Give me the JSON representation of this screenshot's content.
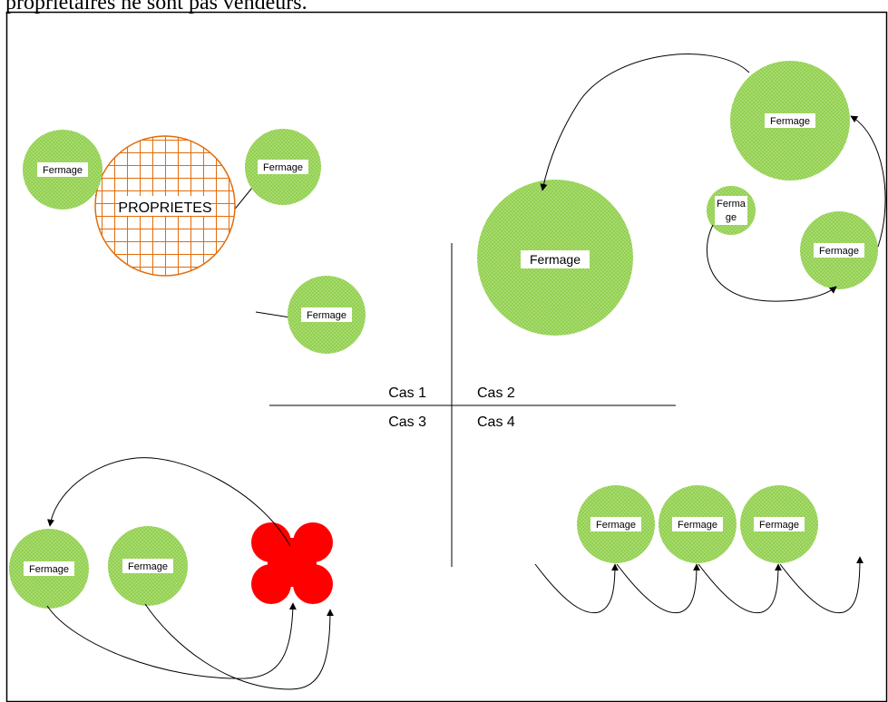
{
  "header_text": "propriétaires ne sont pas vendeurs.",
  "colors": {
    "fermage_fill": "#92d050",
    "propriete_grid": "#e36c09",
    "blocked_mark": "#ff0000",
    "line": "#000000",
    "frame": "#000000"
  },
  "quadrants": {
    "cas1": "Cas 1",
    "cas2": "Cas 2",
    "cas3": "Cas 3",
    "cas4": "Cas 4"
  },
  "case1": {
    "center_label": "PROPRIETES",
    "fermages": [
      "Fermage",
      "Fermage",
      "Fermage"
    ]
  },
  "case2": {
    "large_label": "Fermage",
    "top_right_label": "Fermage",
    "small_label_line1": "Ferma",
    "small_label_line2": "ge",
    "bottom_right_label": "Fermage"
  },
  "case3": {
    "fermages": [
      "Fermage",
      "Fermage"
    ],
    "blocked_icon": "red-cross-icon"
  },
  "case4": {
    "fermages": [
      "Fermage",
      "Fermage",
      "Fermage"
    ]
  }
}
